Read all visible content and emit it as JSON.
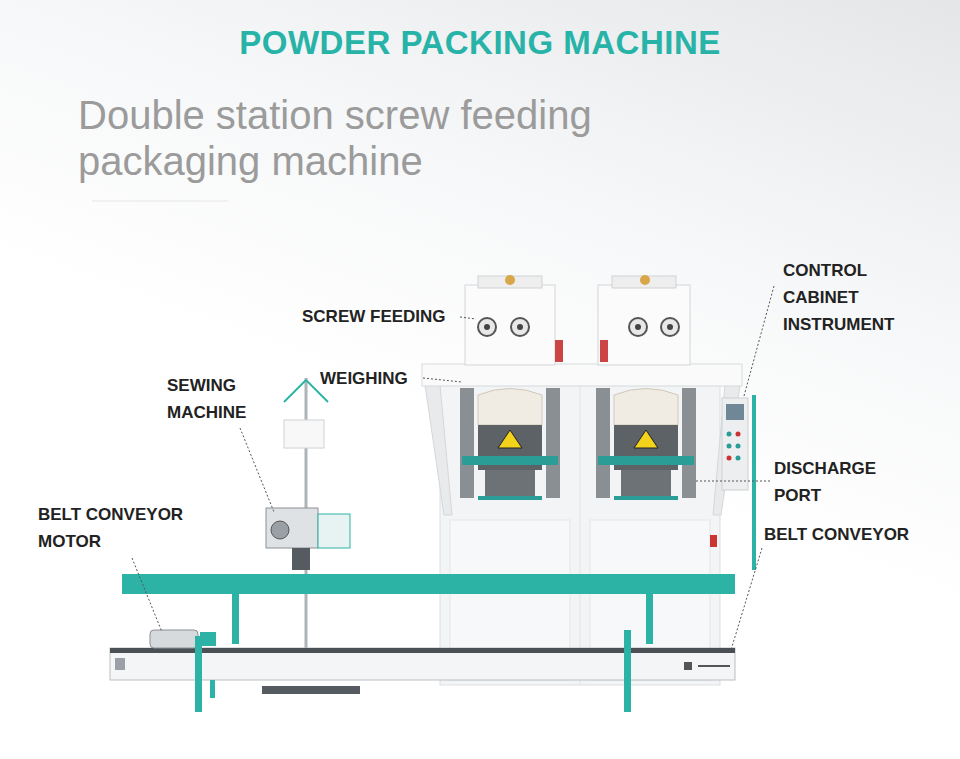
{
  "diagram": {
    "title": "POWDER PACKING MACHINE",
    "labels": [
      "Double station screw feeding packaging machine",
      "SCREW FEEDING",
      "WEIGHING",
      "SEWING MACHINE",
      "BELT CONVEYOR MOTOR",
      "CONTROL CABINET INSTRUMENT",
      "DISCHARGE PORT",
      "BELT CONVEYOR"
    ]
  }
}
